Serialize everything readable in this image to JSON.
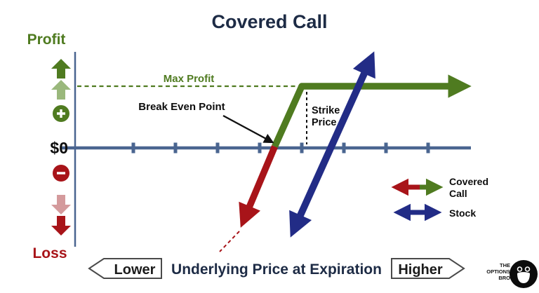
{
  "title": "Covered Call",
  "colors": {
    "navy": "#1d2b45",
    "axis": "#4a6590",
    "green": "#4f7b20",
    "light_green": "#9ab87c",
    "red": "#a81419",
    "light_red": "#d49a9c",
    "blue": "#222c86",
    "black": "#111111",
    "white": "#ffffff"
  },
  "y_axis": {
    "profit_label": "Profit",
    "loss_label": "Loss",
    "zero_label": "$0"
  },
  "x_axis": {
    "label": "Underlying Price at Expiration",
    "lower_label": "Lower",
    "higher_label": "Higher"
  },
  "annotations": {
    "max_profit": "Max Profit",
    "break_even": "Break Even Point",
    "strike_line1": "Strike",
    "strike_line2": "Price"
  },
  "legend": {
    "covered_call_line1": "Covered",
    "covered_call_line2": "Call",
    "stock": "Stock"
  },
  "brand": {
    "line1": "THE",
    "line2": "OPTIONS",
    "line3": "BRO"
  },
  "chart_data": {
    "type": "line",
    "title": "Covered Call",
    "xlabel": "Underlying Price at Expiration",
    "ylabel": "Profit / Loss",
    "x_tick_labels": [],
    "x_direction_labels": [
      "Lower",
      "Higher"
    ],
    "y_tick_labels": [
      "$0"
    ],
    "units_note": "schematic options payoff diagram; x in axis-tick units, y normalized so max profit = 1",
    "key_levels": {
      "break_even_x": 3.35,
      "strike_x": 4.0,
      "max_profit_y": 1,
      "zero_y": 0
    },
    "series": [
      {
        "name": "Covered Call",
        "style": "red below break-even, green above; capped flat at max profit with right arrow",
        "points_x": [
          2.55,
          3.35,
          4.0,
          8.0
        ],
        "points_y": [
          -1.32,
          0,
          1,
          1
        ]
      },
      {
        "name": "Stock",
        "style": "solid blue straight line, arrowheads both ends",
        "points_x": [
          3.73,
          5.72
        ],
        "points_y": [
          -1.45,
          1.57
        ]
      }
    ],
    "annotations": [
      {
        "text": "Max Profit",
        "kind": "dashed-horizontal-line",
        "y": 1
      },
      {
        "text": "Break Even Point",
        "kind": "arrow-callout",
        "x": 3.35,
        "y": 0
      },
      {
        "text": "Strike Price",
        "kind": "dashed-vertical-line",
        "x": 4.0
      }
    ],
    "legend": [
      "Covered Call",
      "Stock"
    ],
    "legend_position": "right-middle",
    "grid": false
  }
}
